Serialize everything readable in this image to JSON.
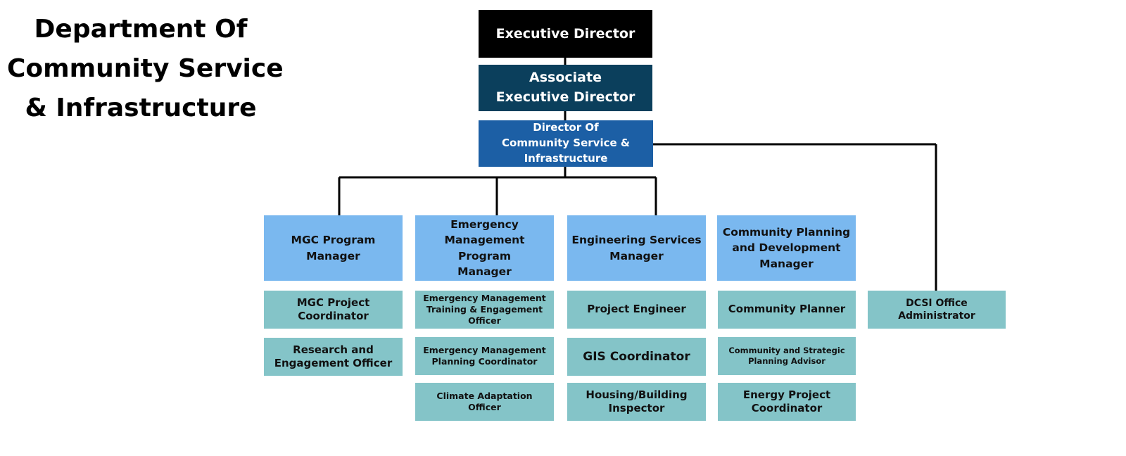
{
  "title": {
    "lines": [
      "Department Of",
      "Community Service",
      "& Infrastructure"
    ]
  },
  "colors": {
    "executive": "#000000",
    "associate": "#0b3f5c",
    "director": "#1c5fa5",
    "manager": "#7ab8ef",
    "staff": "#84c4c8",
    "connector": "#000000"
  },
  "top": {
    "executive": [
      "Executive Director"
    ],
    "associate": [
      "Associate",
      "Executive Director"
    ],
    "director": [
      "Director Of",
      "Community Service &",
      "Infrastructure"
    ]
  },
  "columns": [
    {
      "manager": [
        "MGC Program Manager"
      ],
      "staff": [
        [
          "MGC Project",
          "Coordinator"
        ],
        [
          "Research and",
          "Engagement Officer"
        ]
      ]
    },
    {
      "manager": [
        "Emergency",
        "Management Program",
        "Manager"
      ],
      "staff": [
        [
          "Emergency Management",
          "Training & Engagement",
          "Officer"
        ],
        [
          "Emergency Management",
          "Planning Coordinator"
        ],
        [
          "Climate Adaptation",
          "Officer"
        ]
      ]
    },
    {
      "manager": [
        "Engineering Services",
        "Manager"
      ],
      "staff": [
        [
          "Project Engineer"
        ],
        [
          "GIS Coordinator"
        ],
        [
          "Housing/Building",
          "Inspector"
        ]
      ]
    },
    {
      "manager": [
        "Community Planning",
        "and Development",
        "Manager"
      ],
      "staff": [
        [
          "Community Planner"
        ],
        [
          "Community and Strategic",
          "Planning Advisor"
        ],
        [
          "Energy Project",
          "Coordinator"
        ]
      ]
    }
  ],
  "office_admin": [
    "DCSI Office",
    "Administrator"
  ]
}
